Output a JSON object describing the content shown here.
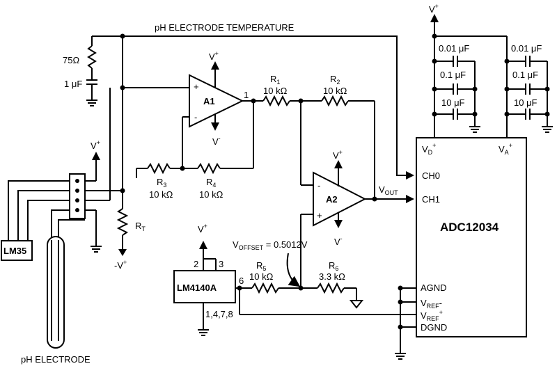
{
  "labels": {
    "temp_line": "pH ELECTRODE TEMPERATURE",
    "r75": "75Ω",
    "c1uf": "1 μF",
    "a1": "A1",
    "a2": "A2",
    "pin1": "1",
    "r1v": "10 kΩ",
    "r2v": "10 kΩ",
    "r3v": "10 kΩ",
    "r4v": "10 kΩ",
    "r5v": "10 kΩ",
    "r6v": "3.3 kΩ",
    "voffset_val": " = 0.5012V",
    "lm4140": "LM4140A",
    "pin2": "2",
    "pin3": "3",
    "pin6": "6",
    "pins_gnd": "1,4,7,8",
    "adc": "ADC12034",
    "ch0": "CH0",
    "ch1": "CH1",
    "agnd": "AGND",
    "dgnd": "DGND",
    "c001": "0.01 μF",
    "c01": "0.1 μF",
    "c10": "10 μF",
    "lm35": "LM35",
    "ph_electrode": "pH ELECTRODE"
  }
}
